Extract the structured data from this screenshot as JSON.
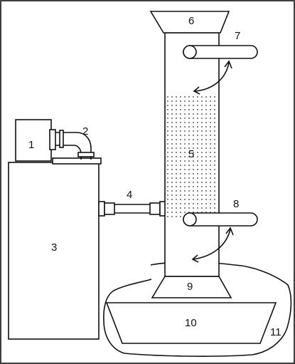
{
  "labels": {
    "l1": "1",
    "l2": "2",
    "l3": "3",
    "l4": "4",
    "l5": "5",
    "l6": "6",
    "l7": "7",
    "l8": "8",
    "l9": "9",
    "l10": "10",
    "l11": "11"
  },
  "colors": {
    "line": "#111111",
    "background": "#ffffff",
    "dots": "#333333"
  }
}
